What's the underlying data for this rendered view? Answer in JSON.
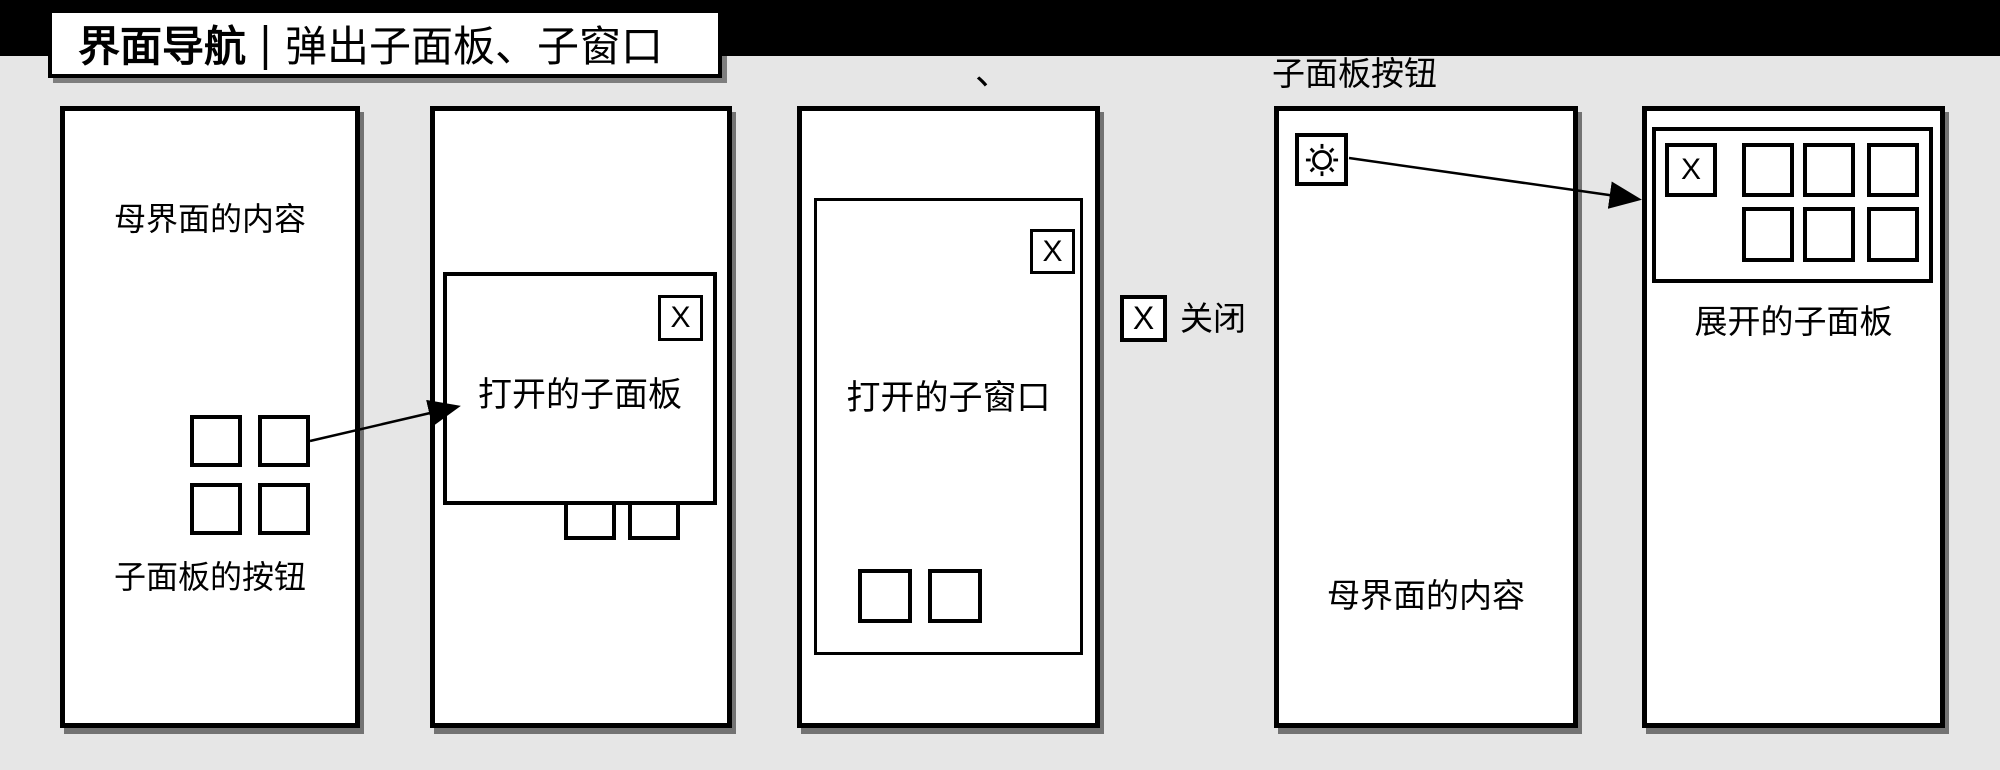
{
  "title": {
    "main": "界面导航",
    "separator": "|",
    "subtitle": "弹出子面板、子窗口"
  },
  "annotations": {
    "stray_comma": "、",
    "subpanel_button_label": "子面板按钮",
    "close_legend": {
      "x": "X",
      "label": "关闭"
    }
  },
  "phone1": {
    "content_label": "母界面的内容",
    "buttons_caption": "子面板的按钮"
  },
  "phone2": {
    "panel_title": "打开的子面板",
    "close_label": "X"
  },
  "phone3": {
    "window_title": "打开的子窗口",
    "close_label": "X"
  },
  "phone4": {
    "content_label": "母界面的内容"
  },
  "phone5": {
    "caption": "展开的子面板",
    "close_label": "X"
  },
  "icons": {
    "panel_button": "gear-icon"
  },
  "colors": {
    "background": "#e6e6e6",
    "bar": "#000000",
    "surface": "#ffffff",
    "line": "#000000"
  }
}
